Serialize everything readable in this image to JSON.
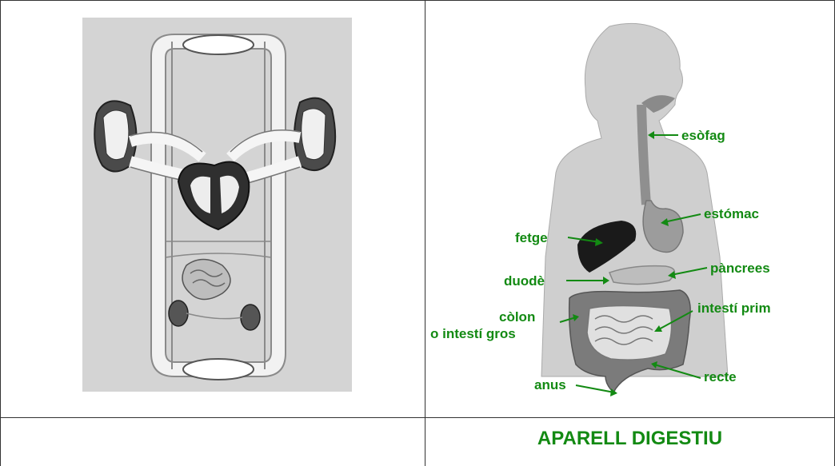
{
  "left_figure": {
    "icon": "circulatory-system-diagram"
  },
  "right_figure": {
    "icon": "digestive-system-diagram",
    "labels": {
      "esofag": "esòfag",
      "estomac": "estómac",
      "fetge": "fetge",
      "pancrees": "pàncrees",
      "duode": "duodè",
      "colon_line1": "còlon",
      "colon_line2": "o intestí gros",
      "intesti_prim": "intestí prim",
      "recte": "recte",
      "anus": "anus"
    }
  },
  "captions": {
    "left": "",
    "right": "APARELL DIGESTIU"
  },
  "colors": {
    "label": "#138a13",
    "border": "#333333"
  }
}
